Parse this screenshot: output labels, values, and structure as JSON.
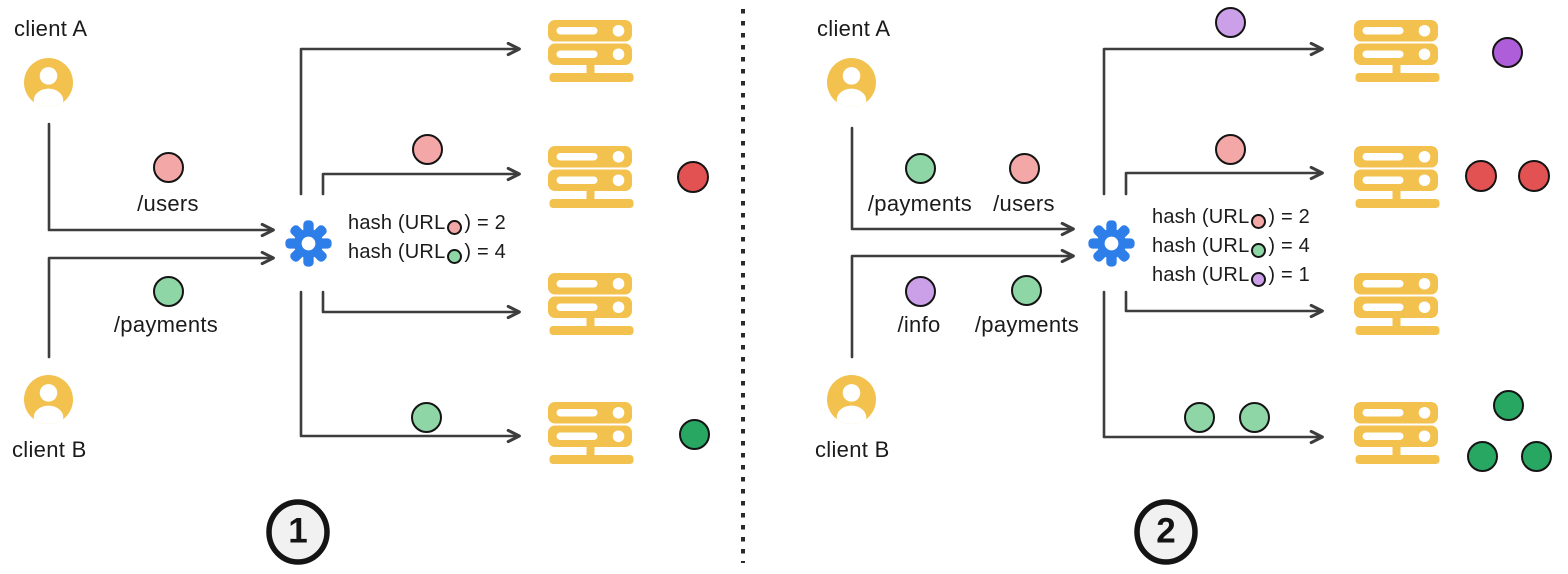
{
  "colors": {
    "yellow": "#F2C14E",
    "blue": "#2E7EE9",
    "pink": "#F4A7A7",
    "red": "#E25252",
    "green_light": "#8FD6A6",
    "green_dark": "#28A763",
    "purple_light": "#CBA0E9",
    "purple_dark": "#AD5ED8",
    "line": "#3d3d3d",
    "badge_fill": "#F1F1F1",
    "text": "#1b1b1b"
  },
  "divider": {
    "type": "dotted-vertical-line"
  },
  "panel1": {
    "badge": "1",
    "client_a": {
      "label": "client A",
      "requests": [
        {
          "path": "/users",
          "color": "pink"
        }
      ]
    },
    "client_b": {
      "label": "client B",
      "requests": [
        {
          "path": "/payments",
          "color": "green_light"
        }
      ]
    },
    "load_balancer": {
      "icon": "gear-icon"
    },
    "hash_rules": [
      {
        "prefix": "hash (URL",
        "dot": "pink",
        "suffix": ") = 2"
      },
      {
        "prefix": "hash (URL",
        "dot": "green_light",
        "suffix": ") = 4"
      }
    ],
    "servers": [
      {
        "name": "server 1",
        "incoming_requests": [],
        "processed_requests": []
      },
      {
        "name": "server 2",
        "incoming_requests": [
          "pink"
        ],
        "processed_requests": [
          "red"
        ]
      },
      {
        "name": "server 3",
        "incoming_requests": [],
        "processed_requests": []
      },
      {
        "name": "server 4",
        "incoming_requests": [
          "green_light"
        ],
        "processed_requests": [
          "green_dark"
        ]
      }
    ]
  },
  "panel2": {
    "badge": "2",
    "client_a": {
      "label": "client A",
      "requests": [
        {
          "path": "/payments",
          "color": "green_light"
        },
        {
          "path": "/users",
          "color": "pink"
        }
      ]
    },
    "client_b": {
      "label": "client B",
      "requests": [
        {
          "path": "/info",
          "color": "purple_light"
        },
        {
          "path": "/payments",
          "color": "green_light"
        }
      ]
    },
    "load_balancer": {
      "icon": "gear-icon"
    },
    "hash_rules": [
      {
        "prefix": "hash (URL",
        "dot": "pink",
        "suffix": ") = 2"
      },
      {
        "prefix": "hash (URL",
        "dot": "green_light",
        "suffix": ") = 4"
      },
      {
        "prefix": "hash (URL",
        "dot": "purple_light",
        "suffix": ") = 1"
      }
    ],
    "servers": [
      {
        "name": "server 1",
        "incoming_requests": [
          "purple_light"
        ],
        "processed_requests": [
          "purple_dark"
        ]
      },
      {
        "name": "server 2",
        "incoming_requests": [
          "pink"
        ],
        "processed_requests": [
          "red",
          "red"
        ]
      },
      {
        "name": "server 3",
        "incoming_requests": [],
        "processed_requests": []
      },
      {
        "name": "server 4",
        "incoming_requests": [
          "green_light",
          "green_light"
        ],
        "processed_requests": [
          "green_dark",
          "green_dark",
          "green_dark"
        ]
      }
    ]
  }
}
